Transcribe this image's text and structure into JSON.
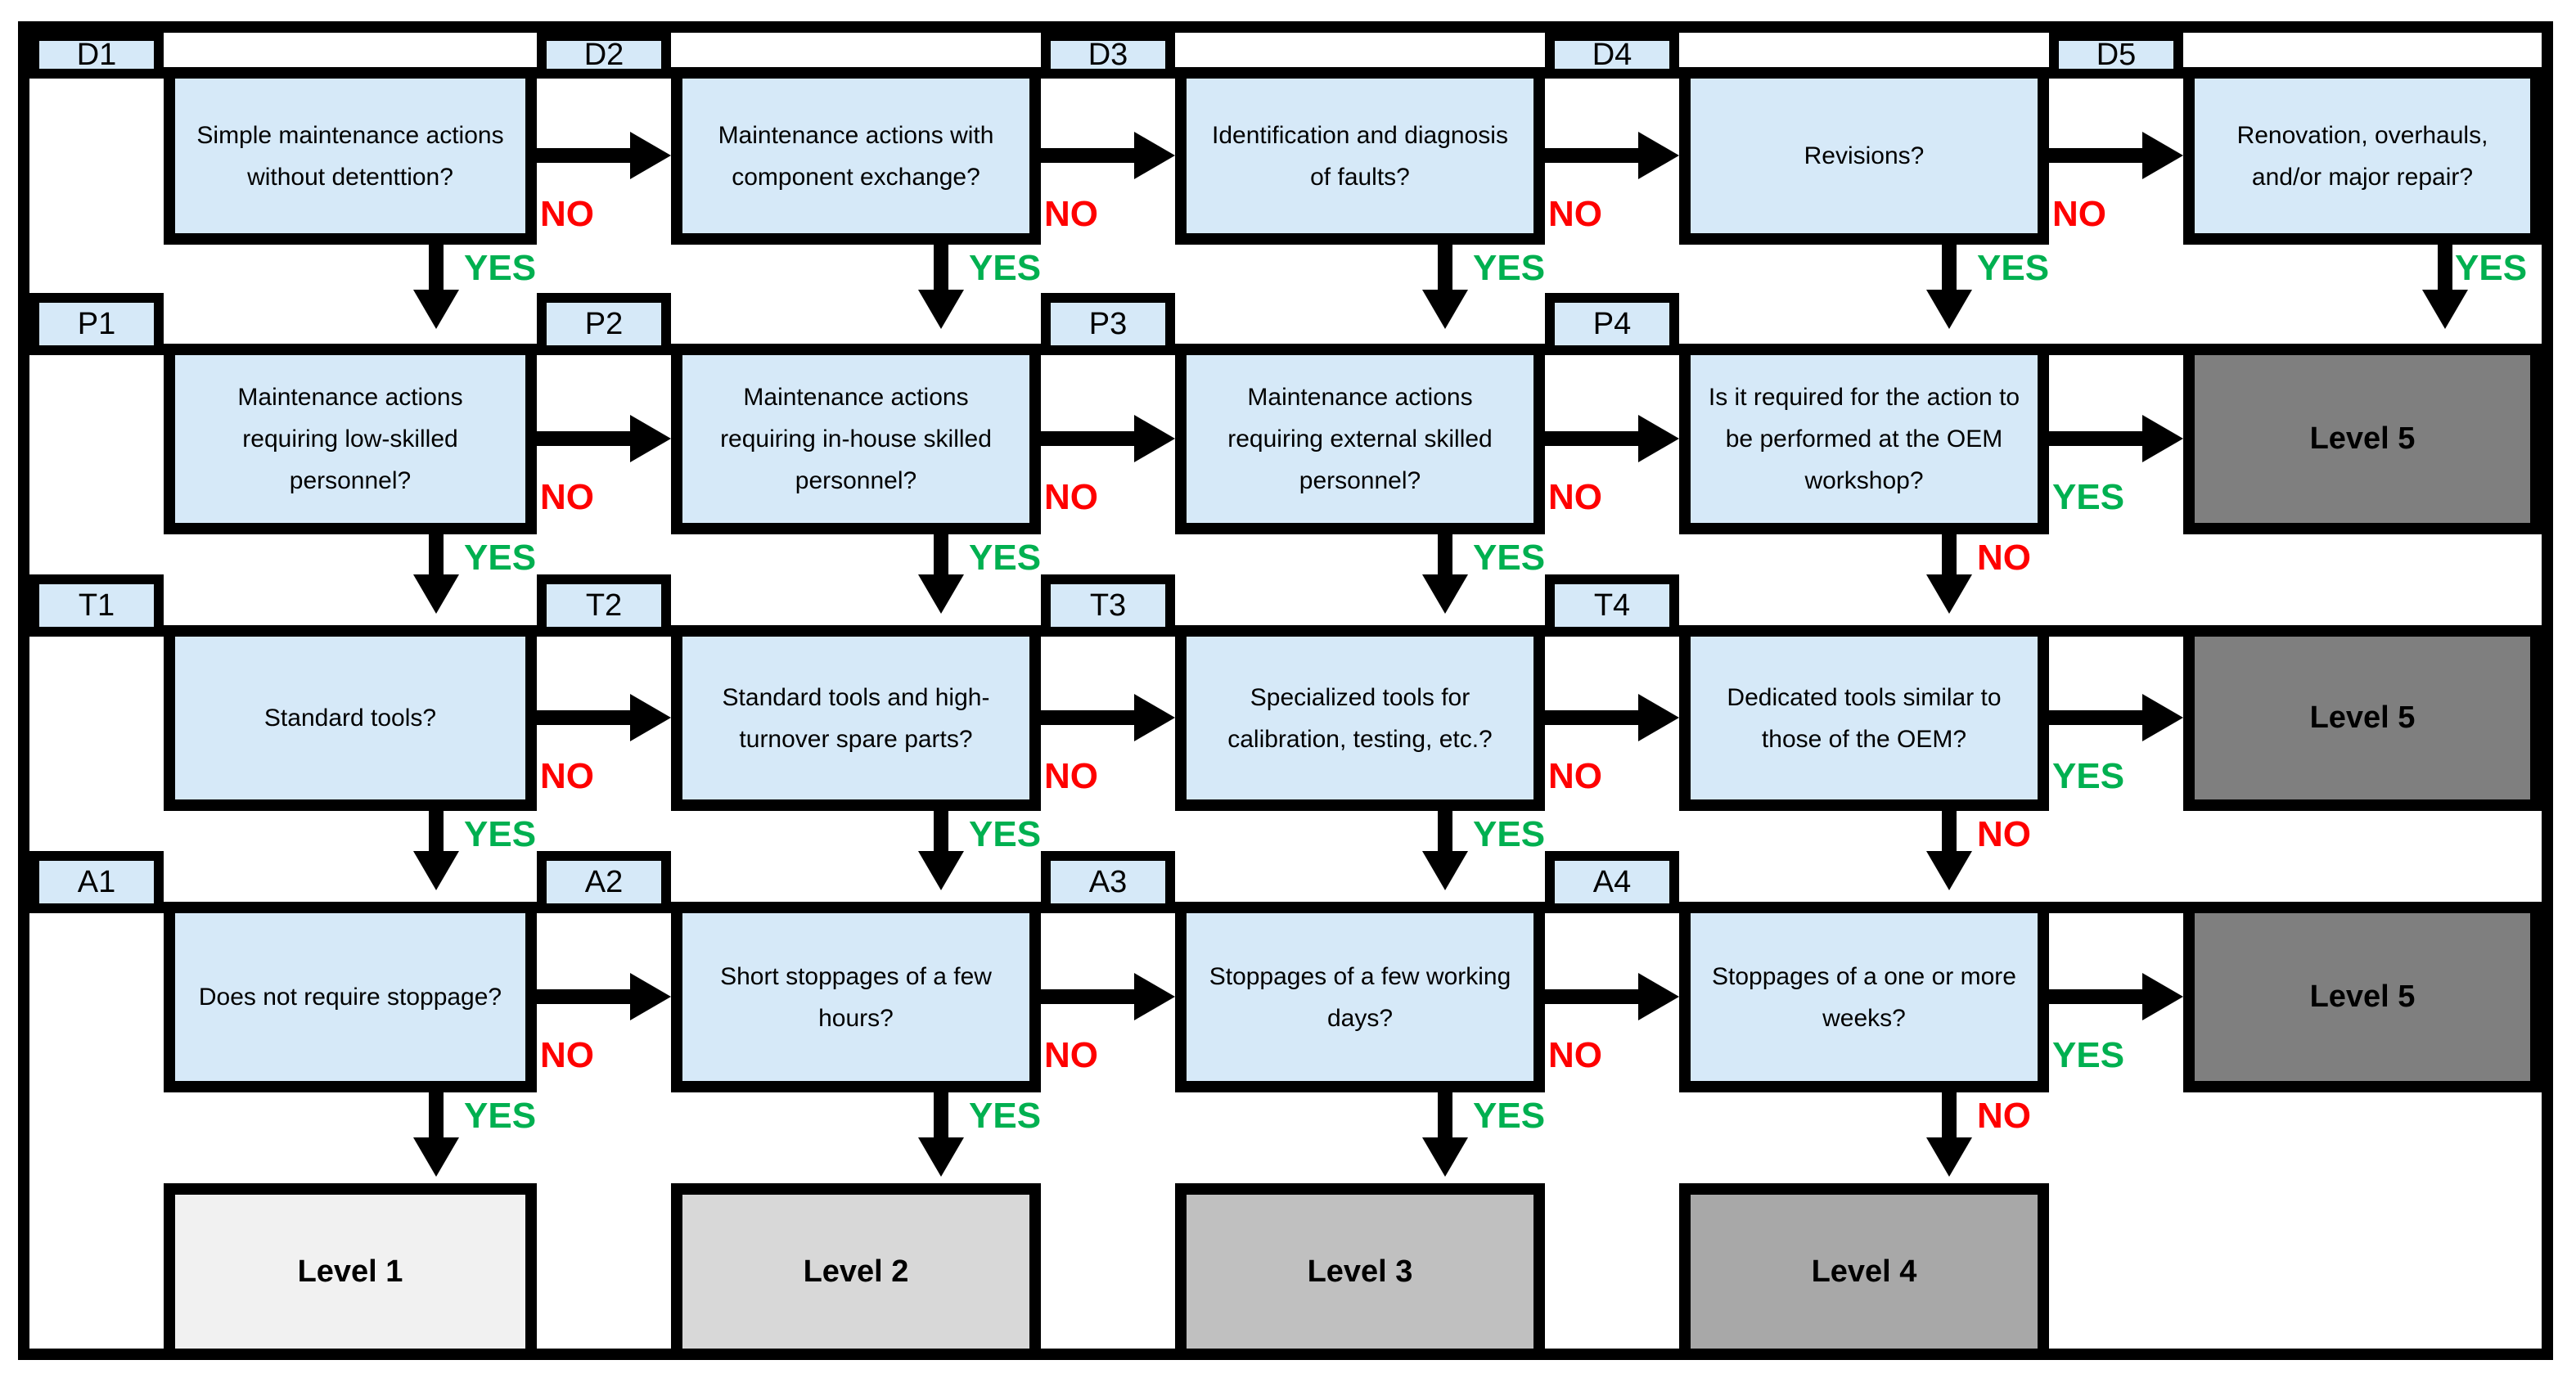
{
  "labels": {
    "yes": "YES",
    "no": "NO"
  },
  "colors": {
    "box_blue": "#d6e9f8",
    "level5_gray": "#7f7f7f",
    "level1_gray": "#f1f1f1",
    "level2_gray": "#d8d8d8",
    "level3_gray": "#c0c0c0",
    "level4_gray": "#a8a8a8",
    "yes_green": "#00b050",
    "no_red": "#fe0000",
    "line_black": "#000000"
  },
  "rows": [
    {
      "tabs": [
        "D1",
        "D2",
        "D3",
        "D4",
        "D5"
      ],
      "questions": [
        "Simple maintenance actions without detenttion?",
        "Maintenance actions with component exchange?",
        "Identification and diagnosis of faults?",
        "Revisions?",
        "Renovation, overhauls, and/or major repair?"
      ],
      "right_labels": [
        "NO",
        "NO",
        "NO",
        "NO"
      ],
      "down_labels": [
        "YES",
        "YES",
        "YES",
        "YES",
        "YES"
      ]
    },
    {
      "tabs": [
        "P1",
        "P2",
        "P3",
        "P4"
      ],
      "questions": [
        "Maintenance actions requiring low-skilled personnel?",
        "Maintenance actions requiring in-house skilled personnel?",
        "Maintenance actions requiring external skilled personnel?",
        "Is it required for the action to be performed at the OEM workshop?"
      ],
      "right_labels": [
        "NO",
        "NO",
        "NO",
        "YES"
      ],
      "down_labels": [
        "YES",
        "YES",
        "YES",
        "NO"
      ],
      "terminal": "Level 5"
    },
    {
      "tabs": [
        "T1",
        "T2",
        "T3",
        "T4"
      ],
      "questions": [
        "Standard tools?",
        "Standard tools and high-turnover spare parts?",
        "Specialized tools for calibration, testing, etc.?",
        "Dedicated tools similar to those of the OEM?"
      ],
      "right_labels": [
        "NO",
        "NO",
        "NO",
        "YES"
      ],
      "down_labels": [
        "YES",
        "YES",
        "YES",
        "NO"
      ],
      "terminal": "Level 5"
    },
    {
      "tabs": [
        "A1",
        "A2",
        "A3",
        "A4"
      ],
      "questions": [
        "Does not require stoppage?",
        "Short stoppages of a few hours?",
        "Stoppages of a few working days?",
        "Stoppages of a one or more weeks?"
      ],
      "right_labels": [
        "NO",
        "NO",
        "NO",
        "YES"
      ],
      "down_labels": [
        "YES",
        "YES",
        "YES",
        "NO"
      ],
      "terminal": "Level 5"
    }
  ],
  "bottom_levels": [
    "Level 1",
    "Level 2",
    "Level 3",
    "Level 4"
  ]
}
